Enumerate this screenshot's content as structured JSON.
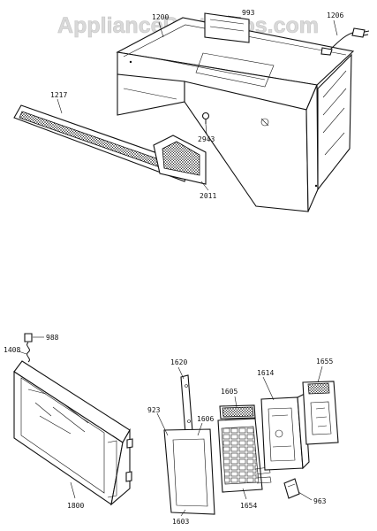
{
  "watermark": "AppliancePartsPros.com",
  "parts": {
    "p1200": "1200",
    "p993": "993",
    "p1206": "1206",
    "p1217": "1217",
    "p2943": "2943",
    "p2011": "2011",
    "p988": "988",
    "p1408": "1408",
    "p1800": "1800",
    "p1620": "1620",
    "p923": "923",
    "p1606": "1606",
    "p1605": "1605",
    "p1614": "1614",
    "p1655": "1655",
    "p963": "963",
    "p1603": "1603",
    "p1654": "1654"
  }
}
